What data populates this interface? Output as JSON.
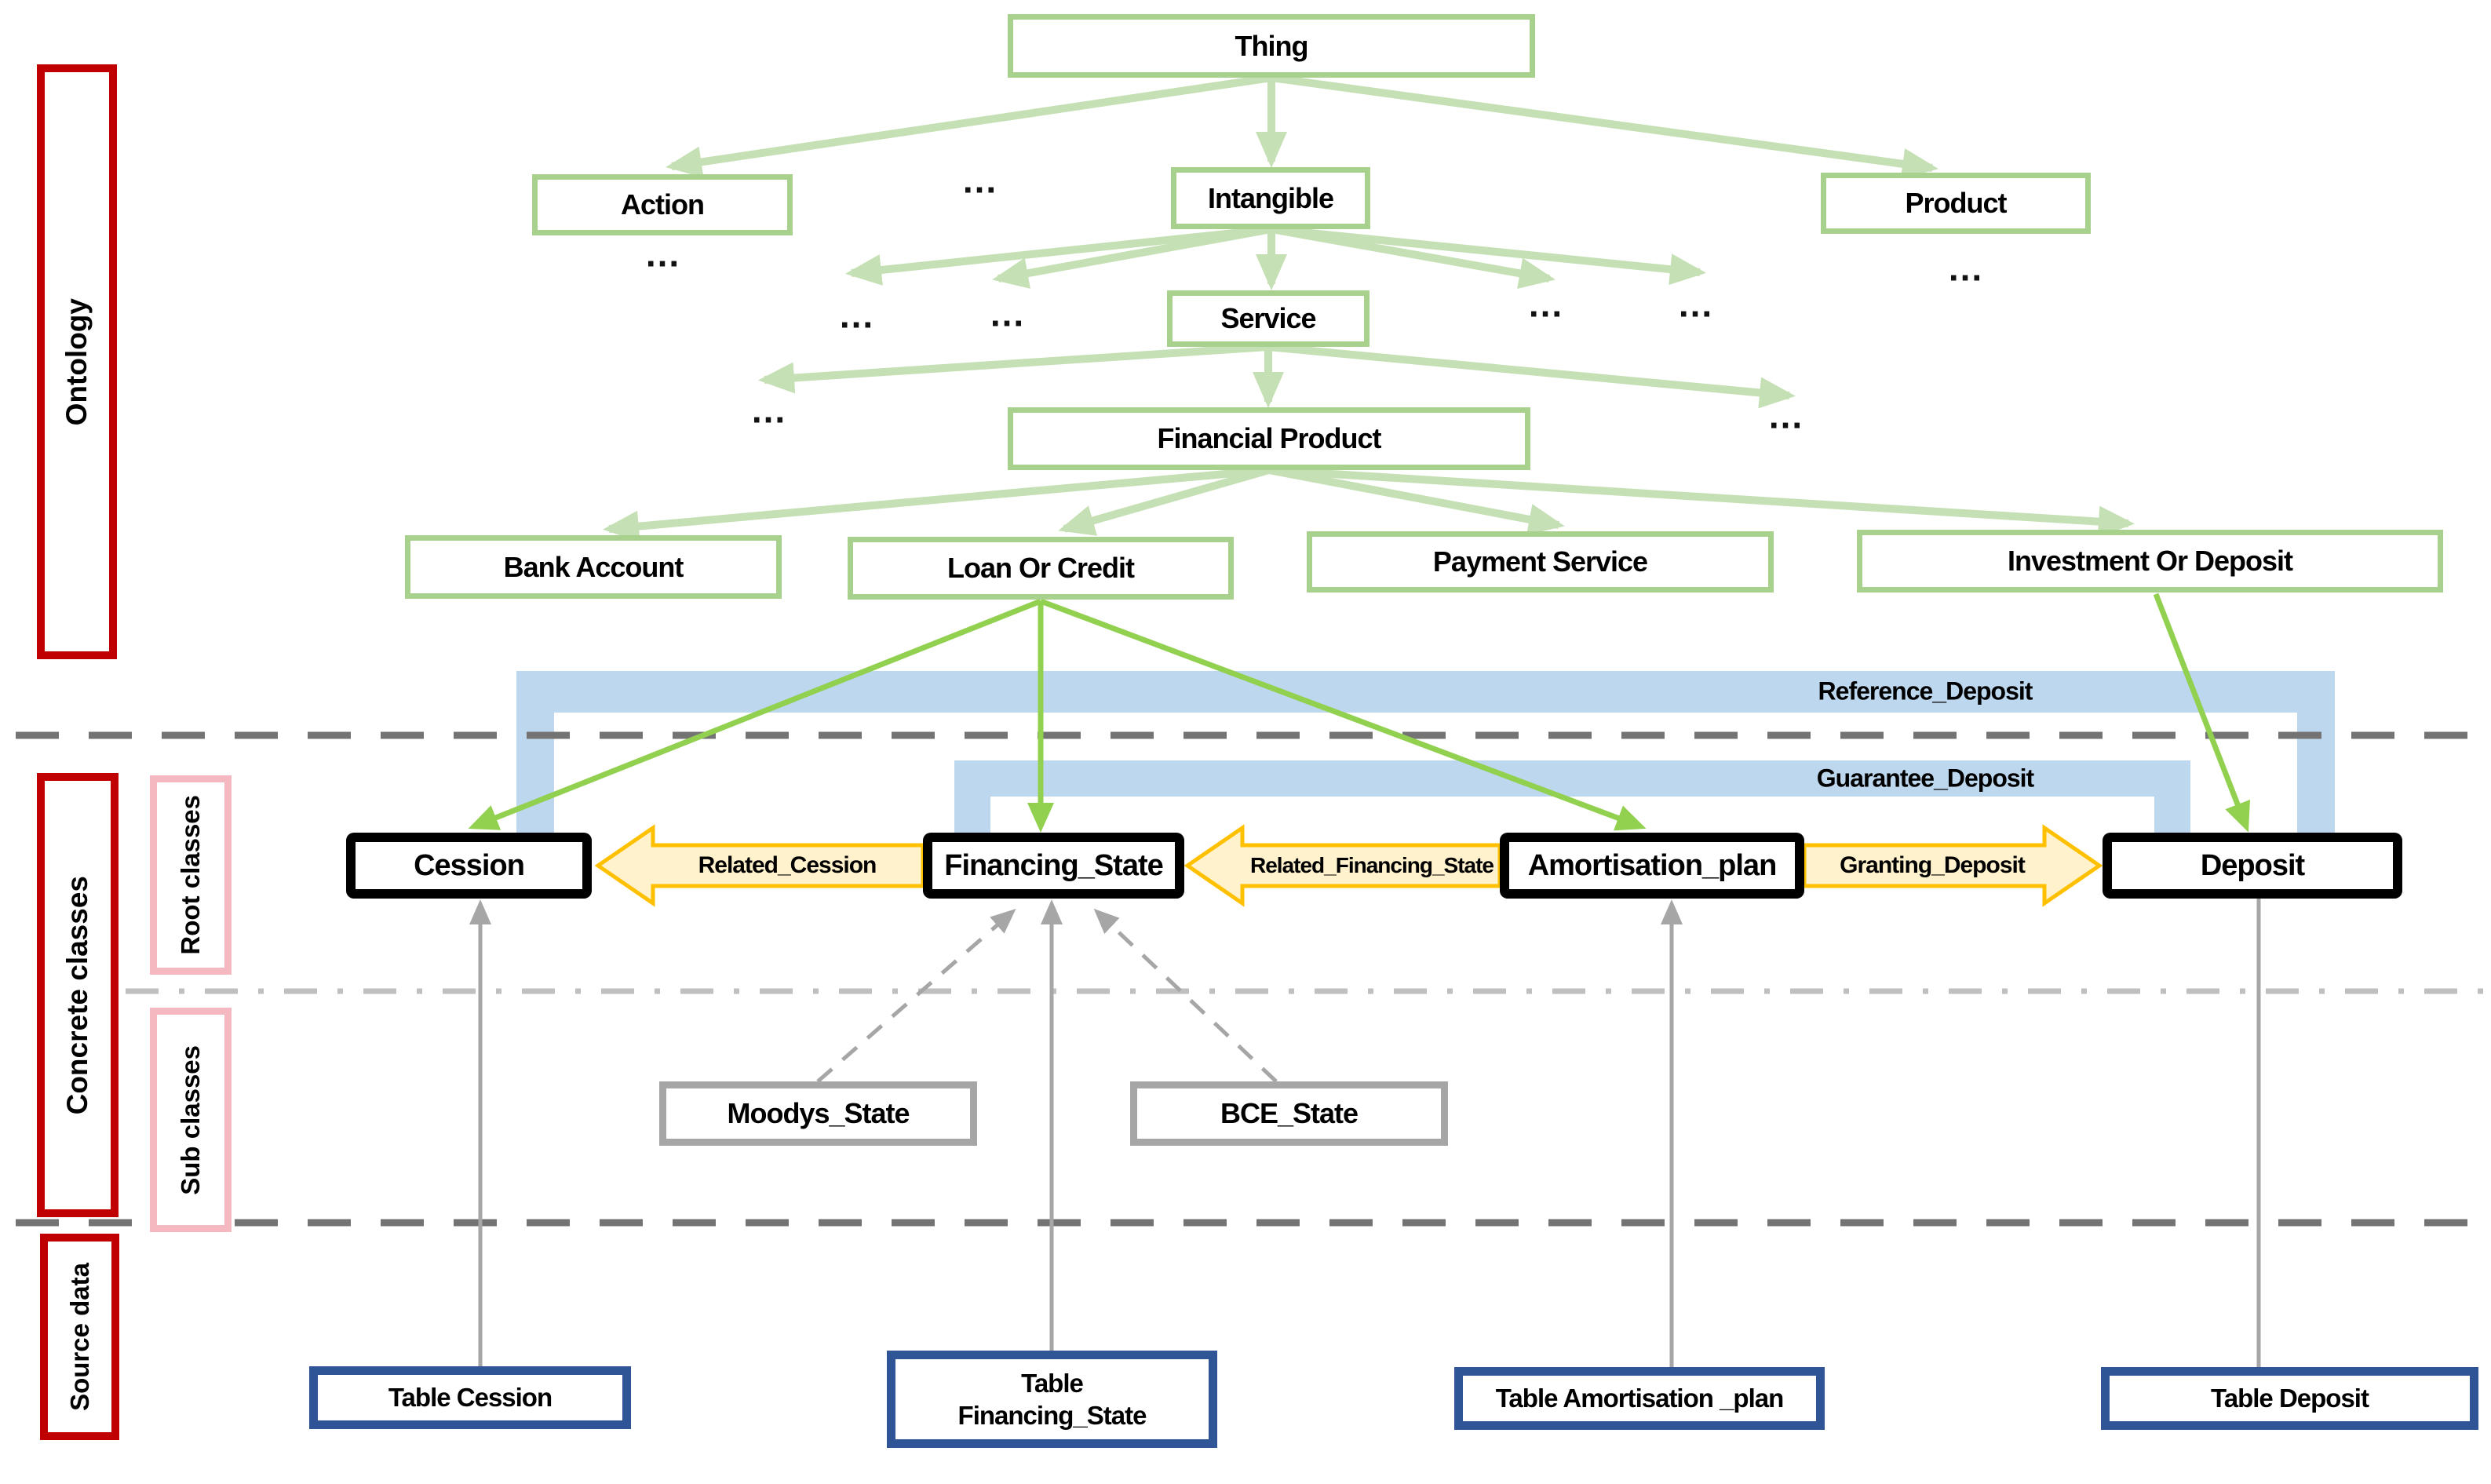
{
  "sections": {
    "ontology": "Ontology",
    "concrete_classes": "Concrete classes",
    "root_classes": "Root classes",
    "sub_classes": "Sub classes",
    "source_data": "Source data"
  },
  "ontology_tree": {
    "thing": "Thing",
    "action": "Action",
    "intangible": "Intangible",
    "product": "Product",
    "service": "Service",
    "financial_product": "Financial Product",
    "bank_account": "Bank Account",
    "loan_or_credit": "Loan Or Credit",
    "payment_service": "Payment Service",
    "investment_or_deposit": "Investment Or Deposit",
    "ellipsis": "..."
  },
  "root_classes": {
    "cession": "Cession",
    "financing_state": "Financing_State",
    "amortisation_plan": "Amortisation_plan",
    "deposit": "Deposit"
  },
  "sub_classes": {
    "moodys_state": "Moodys_State",
    "bce_state": "BCE_State"
  },
  "relations": {
    "related_cession": "Related_Cession",
    "related_financing_state": "Related_Financing_State",
    "granting_deposit": "Granting_Deposit",
    "reference_deposit": "Reference_Deposit",
    "guarantee_deposit": "Guarantee_Deposit"
  },
  "source_tables": {
    "table_cession": "Table Cession",
    "table_financing_line1": "Table",
    "table_financing_line2": "Financing_State",
    "table_amortisation": "Table Amortisation _plan",
    "table_deposit": "Table Deposit"
  },
  "colors": {
    "section_border_red": "#C00000",
    "section_border_pink": "#F5B8C0",
    "ontology_box_green": "#A9D18E",
    "tree_arrow_pale_green": "#C5E0B4",
    "instance_arrow_green": "#92D050",
    "relation_band_blue": "#BDD7EE",
    "relation_arrow_border_orange": "#FFC000",
    "relation_arrow_fill": "#FFF2CC",
    "source_arrow_gray": "#A6A6A6",
    "table_border_blue": "#2F5597",
    "separator_gray": "#737373"
  }
}
